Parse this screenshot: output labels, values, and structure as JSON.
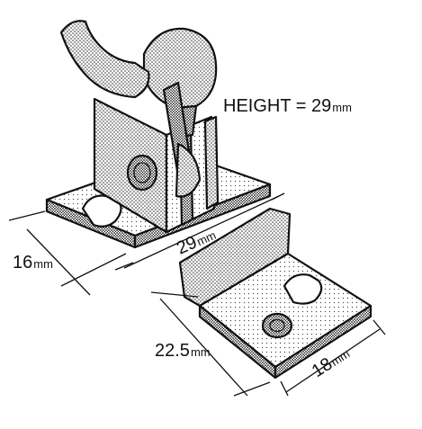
{
  "diagram": {
    "height_label": "HEIGHT = 29",
    "height_unit": "mm",
    "dimensions": [
      {
        "id": "base-width",
        "value": "16",
        "unit": "mm"
      },
      {
        "id": "base-length",
        "value": "29",
        "unit": "mm"
      },
      {
        "id": "keeper-length",
        "value": "22.5",
        "unit": "mm"
      },
      {
        "id": "keeper-width",
        "value": "18",
        "unit": "mm"
      }
    ]
  },
  "colors": {
    "ink": "#111111",
    "paper": "#ffffff"
  }
}
